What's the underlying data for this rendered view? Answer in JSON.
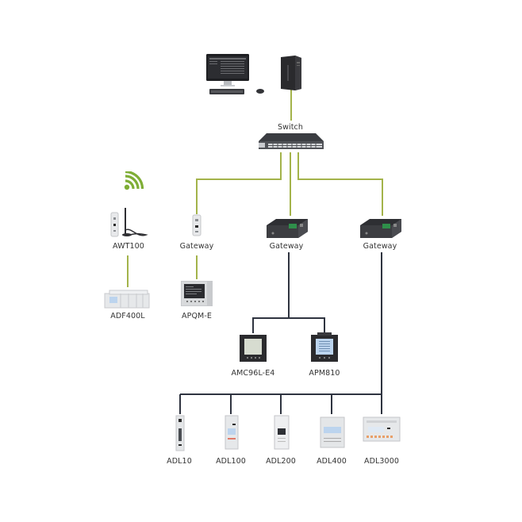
{
  "colors": {
    "green_line": "#a3b34a",
    "dark_line": "#2f3440",
    "wifi_green": "#7fae36",
    "device_dark": "#2b2b2e",
    "device_light": "#e6e8ea",
    "screen_blue": "#bcd4ee"
  },
  "top": {
    "workstation": {
      "icon": "desktop-computer-icon"
    },
    "tower": {
      "icon": "pc-tower-icon"
    }
  },
  "switch": {
    "label": "Switch",
    "icon": "network-switch-icon"
  },
  "nodes": {
    "awt100": {
      "label": "AWT100",
      "icon": "wireless-transmitter-icon",
      "badge_icon": "wifi-icon"
    },
    "gateway_din": {
      "label": "Gateway",
      "icon": "din-gateway-icon"
    },
    "gateway_mid": {
      "label": "Gateway",
      "icon": "gateway-box-icon"
    },
    "gateway_right": {
      "label": "Gateway",
      "icon": "gateway-box-icon"
    },
    "adf400l": {
      "label": "ADF400L",
      "icon": "multi-circuit-meter-icon"
    },
    "apqm_e": {
      "label": "APQM-E",
      "icon": "power-quality-analyzer-icon"
    },
    "amc96l_e4": {
      "label": "AMC96L-E4",
      "icon": "panel-meter-icon"
    },
    "apm810": {
      "label": "APM810",
      "icon": "panel-meter-icon"
    }
  },
  "rail_meters": [
    {
      "label": "ADL10",
      "icon": "din-rail-meter-icon"
    },
    {
      "label": "ADL100",
      "icon": "din-rail-meter-icon"
    },
    {
      "label": "ADL200",
      "icon": "din-rail-meter-icon"
    },
    {
      "label": "ADL400",
      "icon": "din-rail-meter-icon"
    },
    {
      "label": "ADL3000",
      "icon": "din-rail-meter-icon"
    }
  ]
}
